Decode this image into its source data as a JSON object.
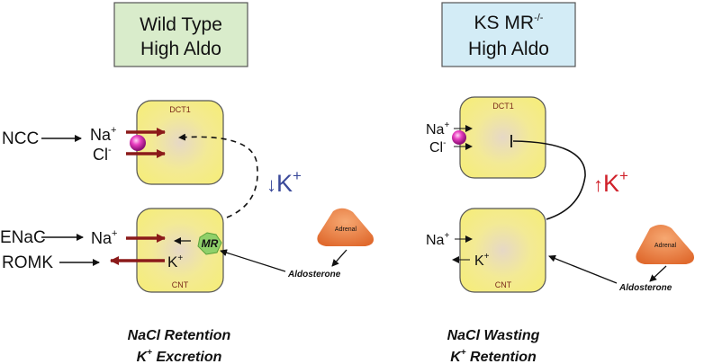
{
  "left_panel": {
    "title_line1": "Wild Type",
    "title_line2": "High Aldo",
    "transporter_ncc": "NCC",
    "transporter_enac": "ENaC",
    "transporter_romk": "ROMK",
    "dct_label": "DCT1",
    "cnt_label": "CNT",
    "na_ion": "Na",
    "cl_ion": "Cl",
    "k_ion": "K",
    "plus": "+",
    "minus": "-",
    "receptor": "MR",
    "potassium_signal": "K",
    "potassium_direction": "↓",
    "adrenal_label": "Adrenal",
    "hormone_label": "Aldosterone",
    "outcome_line1": "NaCl Retention",
    "outcome_line2_suffix": " Excretion"
  },
  "right_panel": {
    "title_line1": "KS MR",
    "title_superscript": "-/-",
    "title_line2": "High Aldo",
    "dct_label": "DCT1",
    "cnt_label": "CNT",
    "na_ion": "Na",
    "cl_ion": "Cl",
    "k_ion": "K",
    "plus": "+",
    "minus": "-",
    "potassium_signal": "K",
    "potassium_direction": "↑",
    "adrenal_label": "Adrenal",
    "hormone_label": "Aldosterone",
    "outcome_line1": "NaCl Wasting",
    "outcome_line2_suffix": " Retention"
  },
  "colors": {
    "left_title_bg": "#d9eccb",
    "right_title_bg": "#d3ecf6",
    "cell_fill": "#f3e98a",
    "transport_arrow": "#8b1a1a",
    "down_k": "#3b4a9a",
    "up_k": "#d0212a",
    "adrenal": "#e8783a",
    "mr": "#8fd06a"
  }
}
